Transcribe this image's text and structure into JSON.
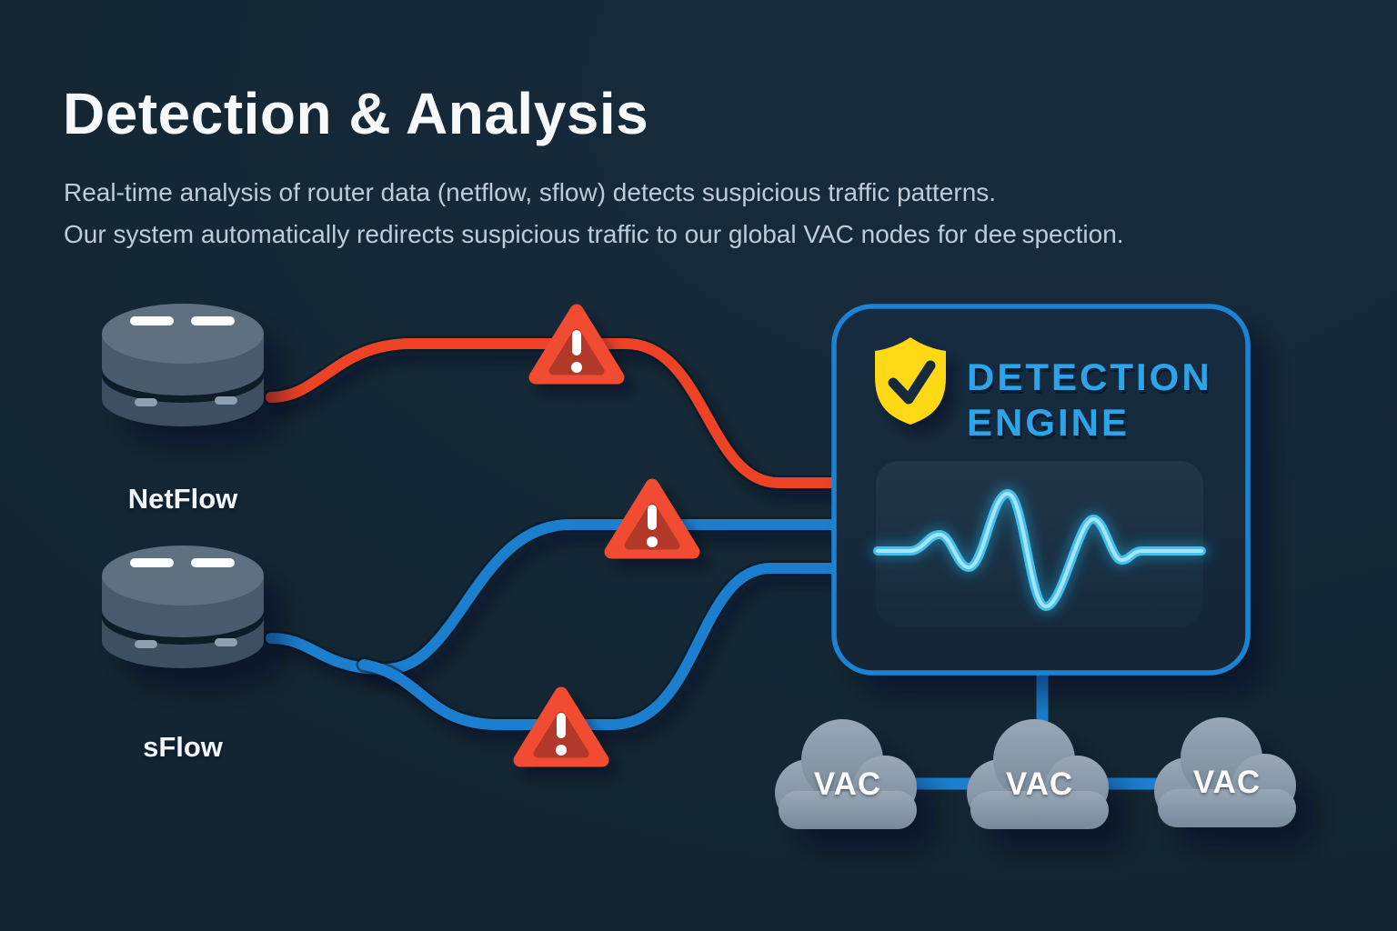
{
  "header": {
    "title": "Detection & Analysis",
    "subtitle_line1": "Real-time analysis of router data (netflow, sflow) detects suspicious traffic patterns.",
    "subtitle_line2": "Our system automatically redirects suspicious traffic to our global VAC nodes for dee spection."
  },
  "sources": [
    {
      "label": "NetFlow",
      "icon": "database-icon"
    },
    {
      "label": "sFlow",
      "icon": "database-icon"
    }
  ],
  "engine": {
    "icon": "shield-check-icon",
    "title_line1": "DETECTION",
    "title_line2": "ENGINE",
    "display": "waveform-display"
  },
  "vac_nodes": [
    {
      "label": "VAC",
      "icon": "cloud-icon"
    },
    {
      "label": "VAC",
      "icon": "cloud-icon"
    },
    {
      "label": "VAC",
      "icon": "cloud-icon"
    }
  ],
  "alerts": {
    "count": 3,
    "icon": "warning-triangle-icon"
  },
  "flows": [
    {
      "from": "NetFlow",
      "to": "Detection Engine",
      "color": "#ee4328",
      "alert_markers": 1
    },
    {
      "from": "sFlow",
      "to": "Detection Engine",
      "color": "#1b7ecf",
      "alert_markers": 2
    }
  ],
  "colors": {
    "background": "#152837",
    "suspicious_line": "#ee4328",
    "clean_line": "#1b7ecf",
    "alert_triangle": "#f14b30",
    "shield": "#ffd814",
    "engine_text": "#2da4ea",
    "waveform": "#5fd0f3",
    "cloud": "#8899aa",
    "title_text": "#f7f9fb",
    "subtitle_text": "#bfcbd8"
  }
}
